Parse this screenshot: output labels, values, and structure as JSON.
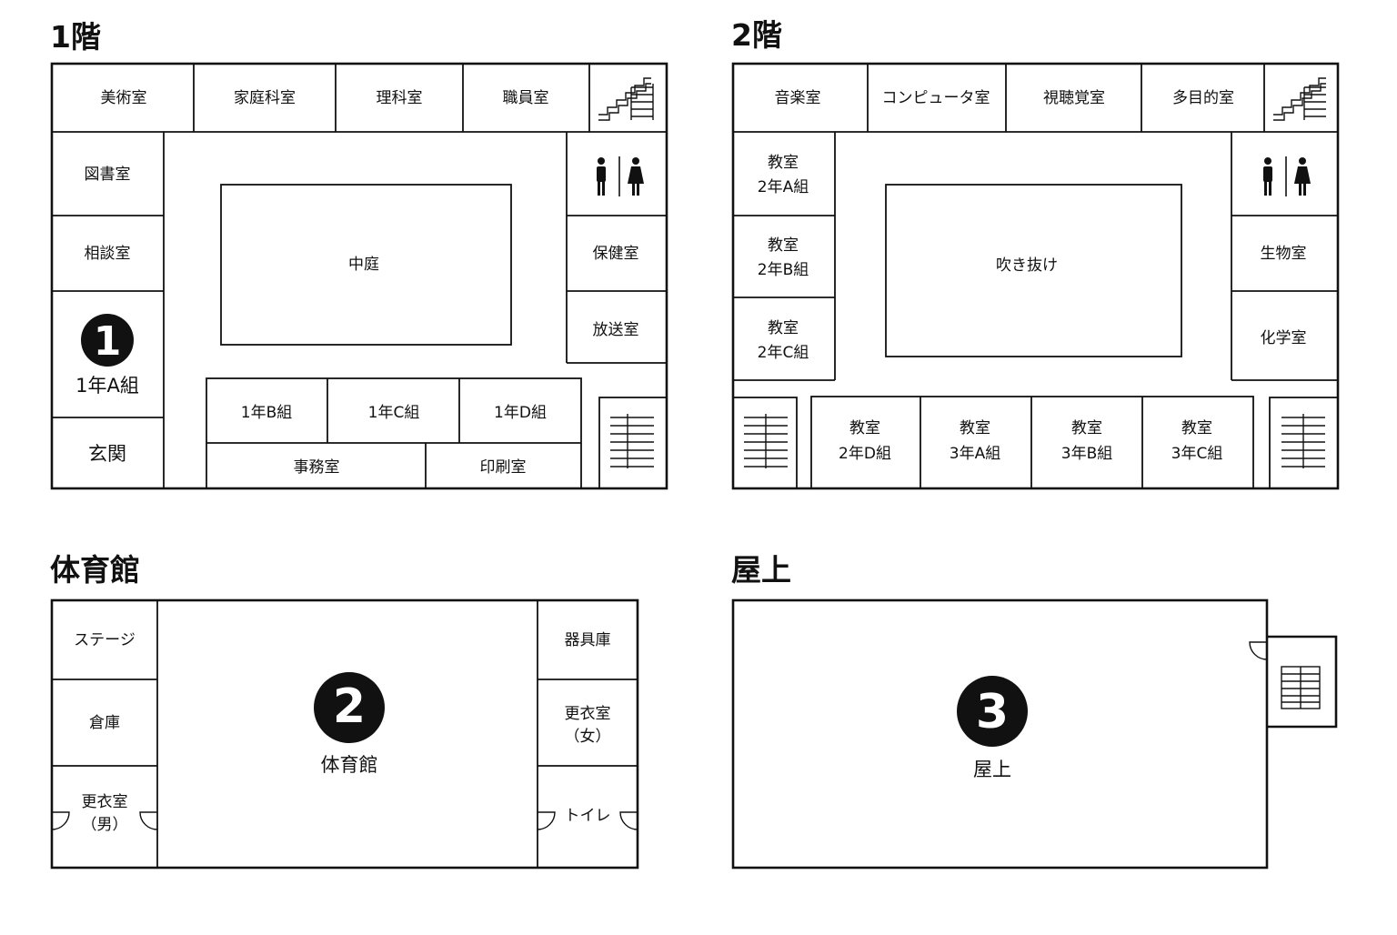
{
  "floors": {
    "floor1": {
      "title": "1階",
      "rooms": {
        "art": "美術室",
        "home_ec": "家庭科室",
        "science": "理科室",
        "staff": "職員室",
        "library": "図書室",
        "counseling": "相談室",
        "class_1a": "1年A組",
        "entrance": "玄関",
        "courtyard": "中庭",
        "nurse": "保健室",
        "broadcast": "放送室",
        "class_1b": "1年B組",
        "class_1c": "1年C組",
        "class_1d": "1年D組",
        "office": "事務室",
        "printing": "印刷室"
      },
      "badge": "1"
    },
    "floor2": {
      "title": "2階",
      "rooms": {
        "music": "音楽室",
        "computer": "コンピュータ室",
        "av": "視聴覚室",
        "multipurpose": "多目的室",
        "classroom": "教室",
        "class_2a": "2年A組",
        "class_2b": "2年B組",
        "class_2c": "2年C組",
        "class_2d": "2年D組",
        "class_3a": "3年A組",
        "class_3b": "3年B組",
        "class_3c": "3年C組",
        "atrium": "吹き抜け",
        "biology": "生物室",
        "chemistry": "化学室"
      }
    },
    "gym": {
      "title": "体育館",
      "rooms": {
        "stage": "ステージ",
        "storage": "倉庫",
        "changing": "更衣室",
        "male": "（男）",
        "female": "（女）",
        "equipment": "器具庫",
        "toilet": "トイレ",
        "hall": "体育館"
      },
      "badge": "2"
    },
    "rooftop": {
      "title": "屋上",
      "label": "屋上",
      "badge": "3"
    }
  },
  "icons": [
    "stairs-icon",
    "restroom-icon",
    "door-swing-icon"
  ]
}
